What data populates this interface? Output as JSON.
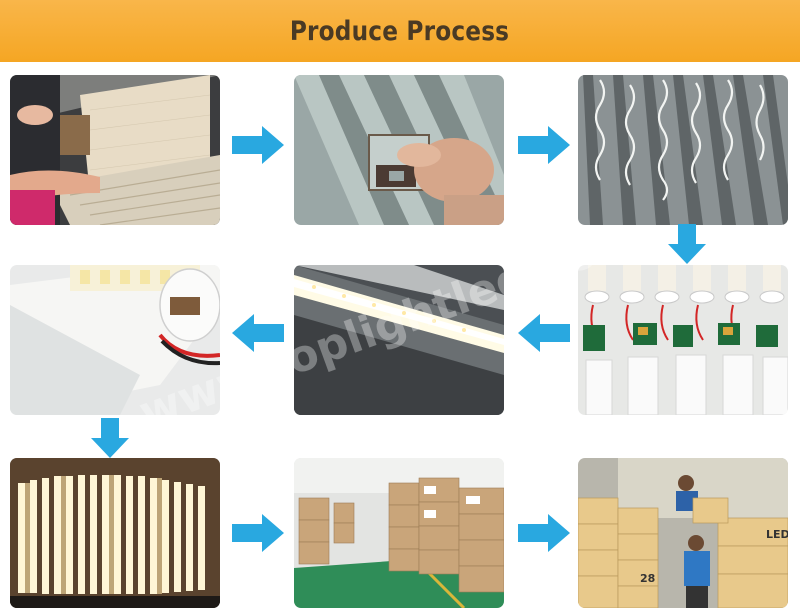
{
  "banner": {
    "title": "Produce Process",
    "color": "#f5a623",
    "text_color": "#4a3a24"
  },
  "arrow_color": "#29a8e0",
  "watermark": "www.toplightled.com",
  "box_text": "LED",
  "box_number": "28",
  "steps": [
    {
      "icon": "pcb-assembly-photo"
    },
    {
      "icon": "aluminum-profile-photo"
    },
    {
      "icon": "glue-profiles-photo"
    },
    {
      "icon": "driver-endcaps-photo"
    },
    {
      "icon": "lit-tube-photo"
    },
    {
      "icon": "tube-endcap-photo"
    },
    {
      "icon": "aging-test-photo"
    },
    {
      "icon": "warehouse-photo"
    },
    {
      "icon": "container-loading-photo"
    }
  ]
}
